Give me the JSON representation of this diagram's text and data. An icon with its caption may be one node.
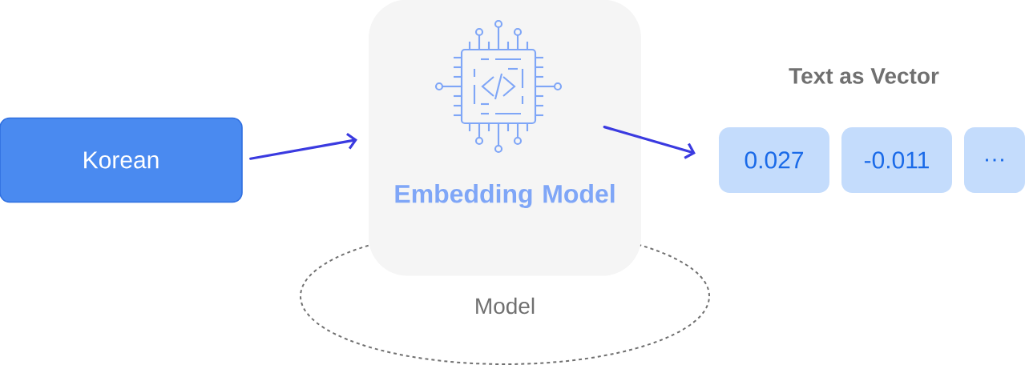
{
  "diagram": {
    "nodes": [
      {
        "text": [
          "Korean"
        ]
      },
      {
        "text": [
          "Embedding Model"
        ]
      },
      {
        "text": [
          "Model"
        ]
      },
      {
        "text": [
          "0.027"
        ]
      },
      {
        "text": [
          "-0.011"
        ]
      },
      {
        "text": [
          "…"
        ]
      }
    ],
    "edges": [
      {
        "from": 0,
        "to": 1,
        "arrow": "to"
      },
      {
        "from": 1,
        "to": 3,
        "arrow": "to"
      }
    ],
    "labels": [
      "Text as Vector"
    ]
  }
}
